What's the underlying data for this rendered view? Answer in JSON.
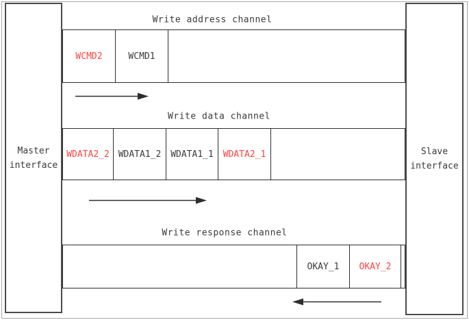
{
  "colors": {
    "red": "#ff4040",
    "ink": "#3a3a3a",
    "line": "#2e2e2e",
    "frame": "#a8a8a8"
  },
  "master": {
    "line1": "Master",
    "line2": "interface"
  },
  "slave": {
    "line1": "Slave",
    "line2": "interface"
  },
  "channels": [
    {
      "label": "Write address channel",
      "direction": "right",
      "cells": [
        {
          "text": "WCMD2",
          "color": "#ff4040"
        },
        {
          "text": "WCMD1",
          "color": "#3a3a3a"
        },
        {
          "text": "",
          "color": "#3a3a3a"
        }
      ]
    },
    {
      "label": "Write data channel",
      "direction": "right",
      "cells": [
        {
          "text": "WDATA2_2",
          "color": "#ff4040"
        },
        {
          "text": "WDATA1_2",
          "color": "#3a3a3a"
        },
        {
          "text": "WDATA1_1",
          "color": "#3a3a3a"
        },
        {
          "text": "WDATA2_1",
          "color": "#ff4040"
        },
        {
          "text": "",
          "color": "#3a3a3a"
        }
      ]
    },
    {
      "label": "Write response channel",
      "direction": "left",
      "cells": [
        {
          "text": "",
          "color": "#3a3a3a"
        },
        {
          "text": "OKAY_1",
          "color": "#3a3a3a"
        },
        {
          "text": "OKAY_2",
          "color": "#ff4040"
        },
        {
          "text": "",
          "color": "#3a3a3a"
        }
      ]
    }
  ]
}
